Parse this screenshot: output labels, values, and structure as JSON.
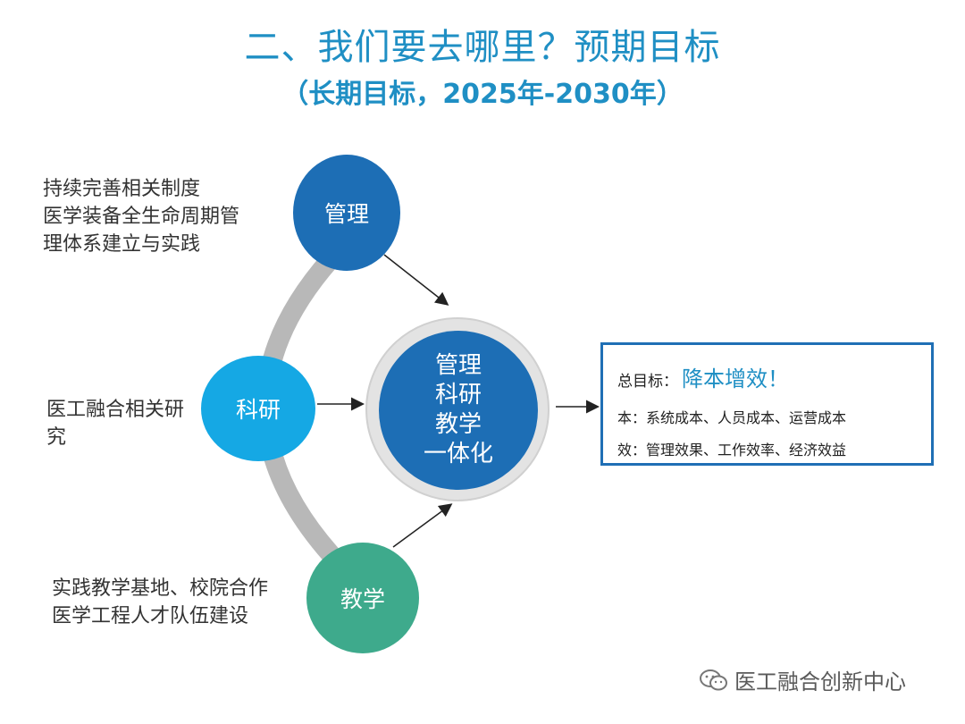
{
  "title": "二、我们要去哪里？预期目标",
  "subtitle": "（长期目标，2025年-2030年）",
  "nodes": {
    "management": "管理",
    "research": "科研",
    "education": "教学",
    "center": "管理\n科研\n教学\n一体化"
  },
  "notes": {
    "management": "持续完善相关制度\n医学装备全生命周期管\n理体系建立与实践",
    "research": "医工融合相关研\n究",
    "education": "实践教学基地、校院合作\n医学工程人才队伍建设"
  },
  "goal": {
    "label": "总目标：",
    "highlight": "降本增效！",
    "line_cost": "本：系统成本、人员成本、运营成本",
    "line_effect": "效：管理效果、工作效率、经济效益"
  },
  "watermark": "医工融合创新中心",
  "colors": {
    "title": "#1f8fc4",
    "management": "#1d6eb5",
    "research": "#15a8e4",
    "education": "#3eaa8c",
    "center": "#1d6eb5",
    "arc": "#b8b8b8",
    "goal_border": "#1f6fb5"
  }
}
